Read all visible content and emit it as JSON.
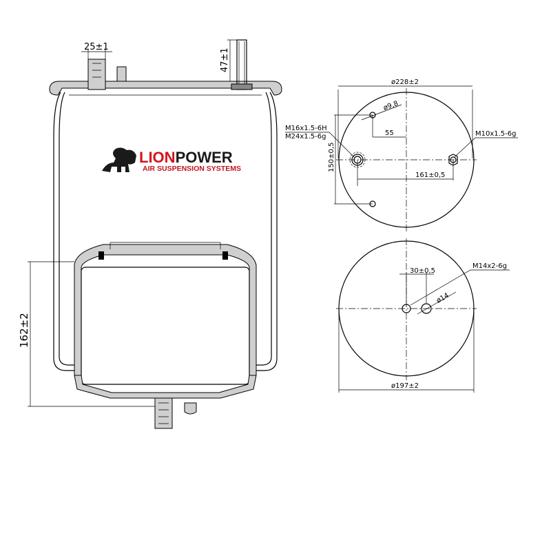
{
  "brand": {
    "name_part1": "LION",
    "name_part2": "POWER",
    "tagline": "AIR SUSPENSION SYSTEMS",
    "red": "#d4141c",
    "black": "#1a1a1a"
  },
  "side_view": {
    "dim_fitting_width": "25±1",
    "dim_stud_length": "47±1",
    "dim_height": "162±2"
  },
  "top_plate_view": {
    "dim_diameter": "ø228±2",
    "dim_hole_diameter": "ø9,8",
    "dim_offset": "55",
    "dim_spacing_vertical": "150±0,5",
    "dim_spacing_horizontal": "161±0,5",
    "thread_left_1": "M16x1.5-6H",
    "thread_left_2": "M24x1.5-6g",
    "thread_right": "M10x1.5-6g"
  },
  "bottom_piston_view": {
    "dim_diameter": "ø197±2",
    "dim_offset": "30±0,5",
    "dim_hole_diameter": "ø14",
    "thread": "M14x2-6g"
  }
}
